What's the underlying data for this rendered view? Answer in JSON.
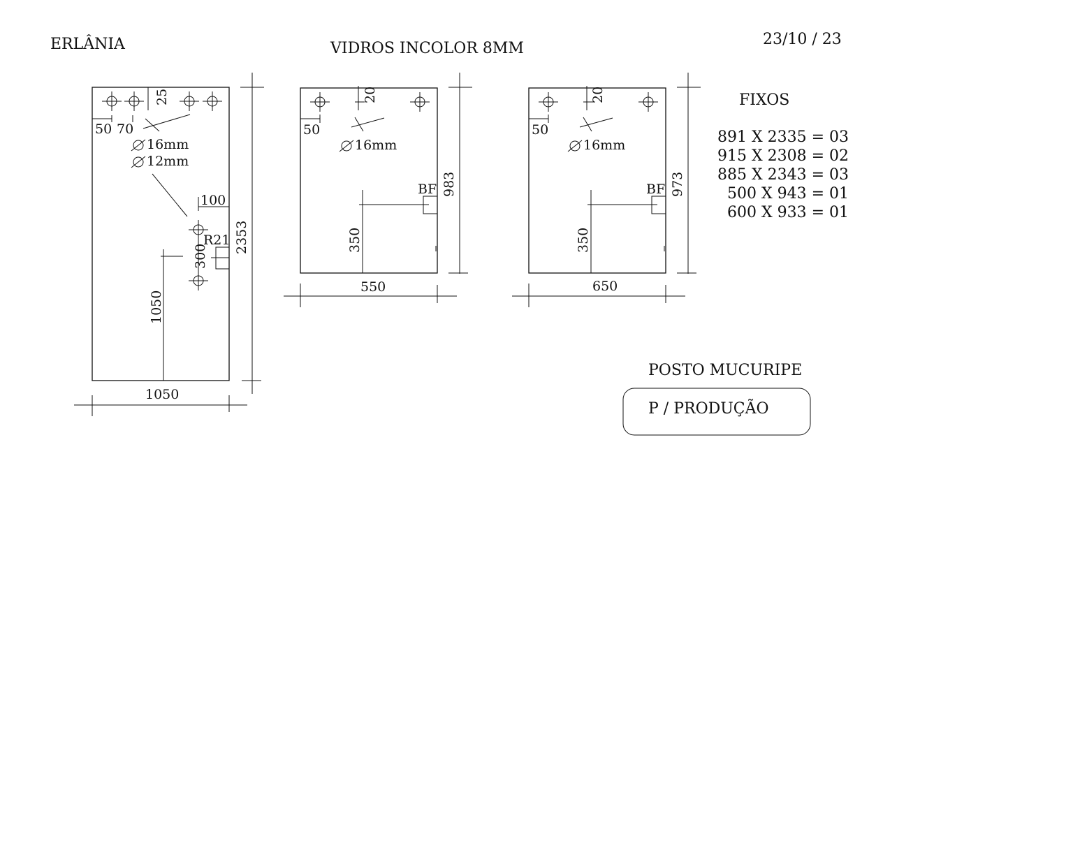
{
  "header": {
    "client": "ERLÂNIA",
    "material": "VIDROS INCOLOR  8MM",
    "date": "23/10 / 23"
  },
  "panel1": {
    "width": "1050",
    "height": "2353",
    "hole_spacing_a": "50",
    "hole_spacing_b": "70",
    "top_offset": "25",
    "hole_16": "16mm",
    "hole_12": "12mm",
    "offset_100": "100",
    "radius": "R21",
    "spacing_300": "300",
    "height_1050": "1050"
  },
  "panel2": {
    "width": "550",
    "height": "983",
    "top_offset": "20",
    "side_offset": "50",
    "hole_16": "16mm",
    "fitting": "BF",
    "height_350": "350"
  },
  "panel3": {
    "width": "650",
    "height": "973",
    "top_offset": "20",
    "side_offset": "50",
    "hole_16": "16mm",
    "fitting": "BF",
    "height_350": "350"
  },
  "fixos": {
    "title": "FIXOS",
    "items": [
      "891 X 2335 = 03",
      "915 X 2308 = 02",
      "885 X 2343 = 03",
      "500 X 943 = 01",
      "600 X 933 = 01"
    ]
  },
  "footer": {
    "location": "POSTO MUCURIPE",
    "stamp": "P / PRODUÇÃO"
  }
}
